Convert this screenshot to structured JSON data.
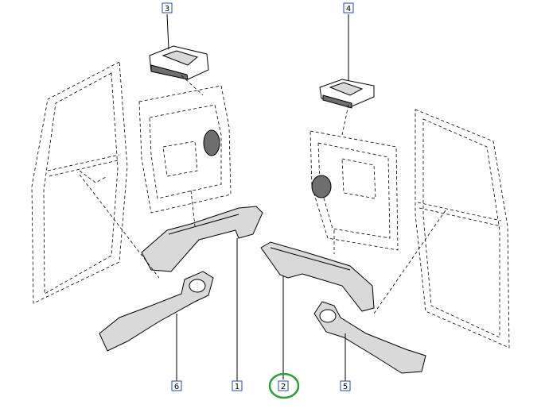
{
  "diagram": {
    "callouts": [
      {
        "id": "c1",
        "label": "1"
      },
      {
        "id": "c2",
        "label": "2"
      },
      {
        "id": "c3",
        "label": "3"
      },
      {
        "id": "c4",
        "label": "4"
      },
      {
        "id": "c5",
        "label": "5"
      },
      {
        "id": "c6",
        "label": "6"
      }
    ],
    "highlighted_callout": "2",
    "colors": {
      "callout_border": "#1f4f9c",
      "highlight_circle": "#2e9e3a",
      "line": "#000000",
      "part_fill": "#d9d9d9"
    }
  }
}
